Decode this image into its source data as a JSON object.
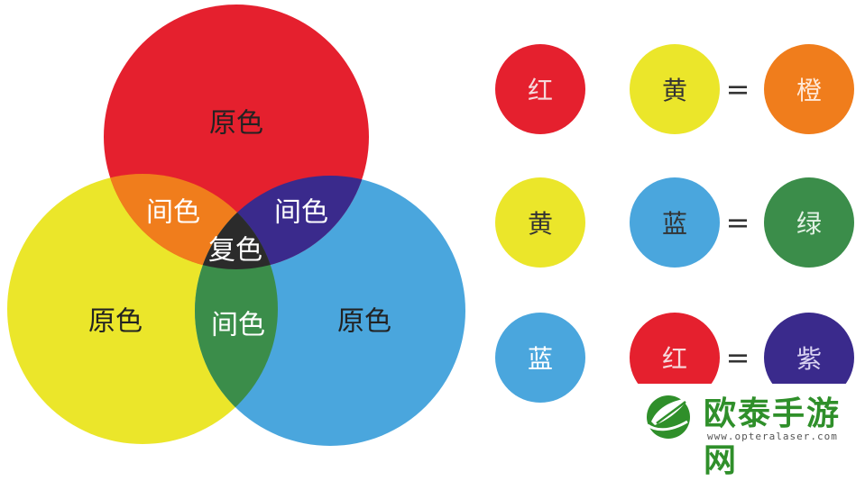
{
  "venn": {
    "colors": {
      "red": "#e5202e",
      "yellow": "#ebe62a",
      "blue": "#4aa6dd",
      "orange": "#f07d1c",
      "purple": "#3a2a8c",
      "green": "#3b8d4a",
      "center": "#2b2b2b"
    },
    "labels": {
      "red_primary": "原色",
      "yellow_primary": "原色",
      "blue_primary": "原色",
      "red_yellow_secondary": "间色",
      "red_blue_secondary": "间色",
      "yellow_blue_secondary": "间色",
      "center_tertiary": "复色"
    }
  },
  "equations": [
    {
      "a": {
        "text": "红",
        "color": "#e5202e",
        "text_color": "#f6d9dc"
      },
      "plus": "+",
      "b": {
        "text": "黄",
        "color": "#ebe62a",
        "text_color": "#333333"
      },
      "equals": "=",
      "result": {
        "text": "橙",
        "color": "#f07d1c",
        "text_color": "#ffe8d6"
      }
    },
    {
      "a": {
        "text": "黄",
        "color": "#ebe62a",
        "text_color": "#333333"
      },
      "plus": "+",
      "b": {
        "text": "蓝",
        "color": "#4aa6dd",
        "text_color": "#333333"
      },
      "equals": "=",
      "result": {
        "text": "绿",
        "color": "#3b8d4a",
        "text_color": "#e3f2e5"
      }
    },
    {
      "a": {
        "text": "蓝",
        "color": "#4aa6dd",
        "text_color": "#ffffff"
      },
      "plus": "+",
      "b": {
        "text": "红",
        "color": "#e5202e",
        "text_color": "#f6d9dc"
      },
      "equals": "=",
      "result": {
        "text": "紫",
        "color": "#3a2a8c",
        "text_color": "#d9d3f2"
      }
    }
  ],
  "watermark": {
    "brand": "欧泰手游网",
    "url": "www.opteralaser.com",
    "brand_color": "#2f8f2a"
  }
}
